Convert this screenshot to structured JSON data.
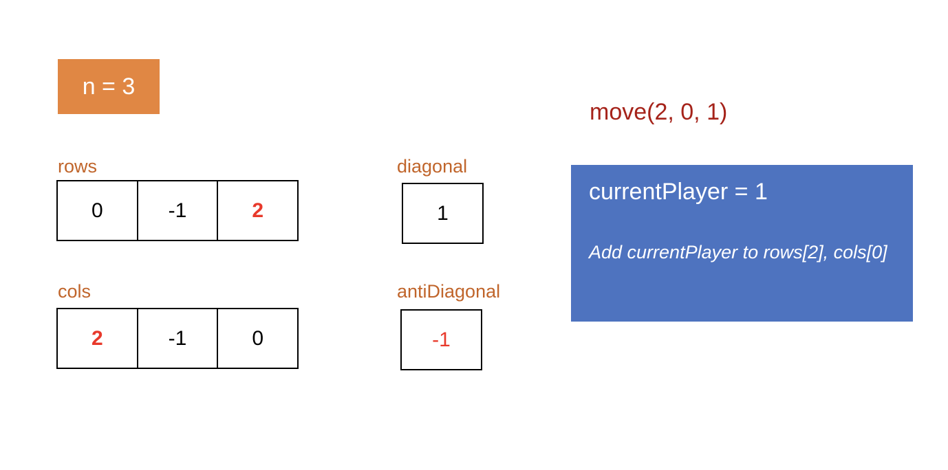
{
  "n_label": "n = 3",
  "rows": {
    "label": "rows",
    "values": [
      "0",
      "-1",
      "2"
    ],
    "highlight_index": 2
  },
  "cols": {
    "label": "cols",
    "values": [
      "2",
      "-1",
      "0"
    ],
    "highlight_index": 0
  },
  "diagonal": {
    "label": "diagonal",
    "value": "1"
  },
  "antiDiagonal": {
    "label": "antiDiagonal",
    "value": "-1"
  },
  "move_call": "move(2, 0, 1)",
  "info": {
    "title": "currentPlayer = 1",
    "description": "Add currentPlayer to rows[2], cols[0]"
  },
  "colors": {
    "n_box": "#e08744",
    "label": "#c0652b",
    "highlight": "#e8392b",
    "move_call": "#a5231a",
    "info_box": "#4e73bf"
  }
}
